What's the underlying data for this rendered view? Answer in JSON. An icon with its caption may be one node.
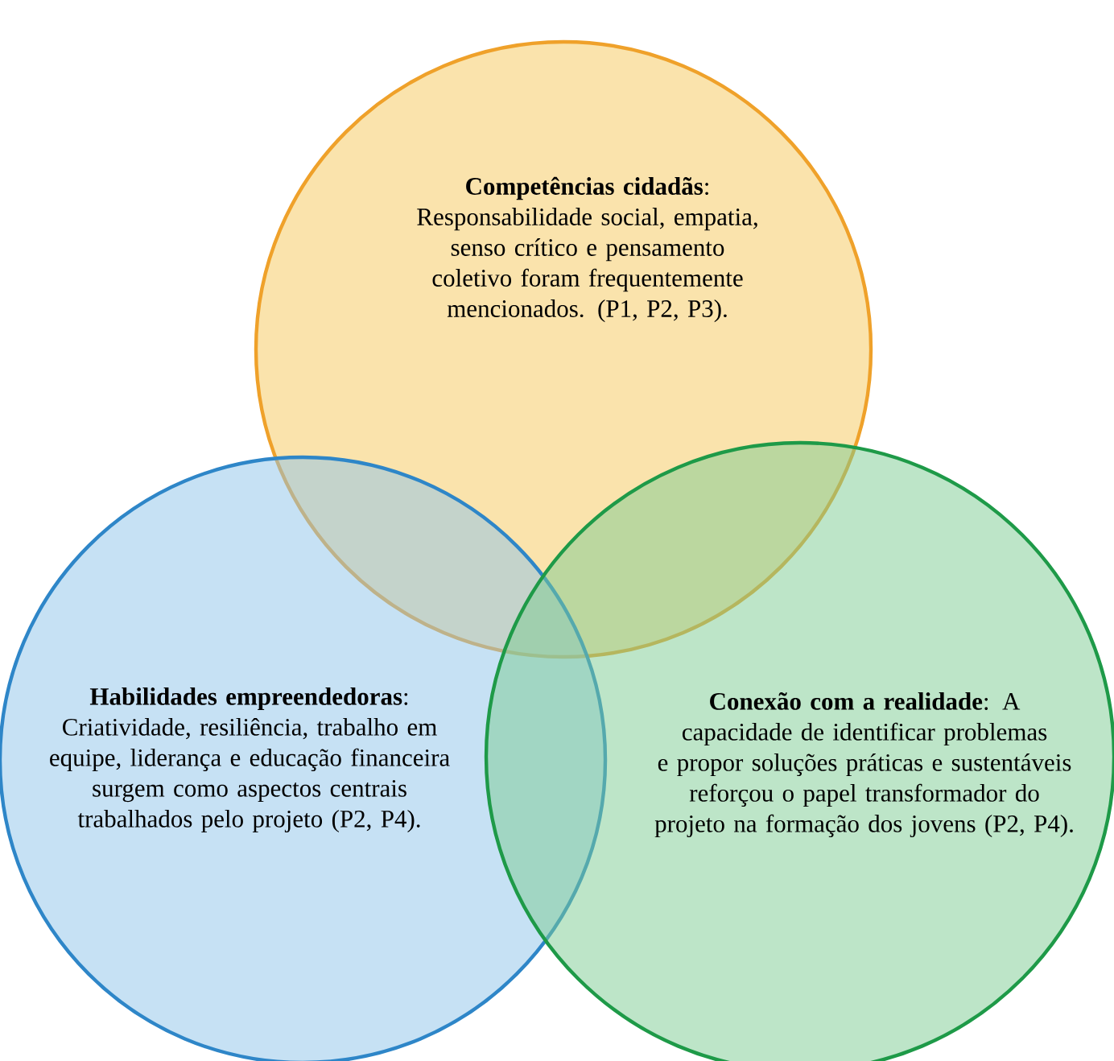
{
  "diagram": {
    "nodes": [
      {
        "text": [
          "**Competências cidadãs**: Responsabilidade social, empatia, senso crítico e pensamento coletivo foram frequentemente mencionados. (P1, P2, P3)."
        ]
      },
      {
        "text": [
          "**Habilidades empreendedoras**: Criatividade, resiliência, trabalho em equipe, liderança e educação financeira surgem como aspectos centrais trabalhados pelo projeto (P2, P4)."
        ]
      },
      {
        "text": [
          "**Conexão com a realidade**: A capacidade de identificar problemas e propor soluções práticas e sustentáveis reforçou o papel transformador do projeto na formação dos jovens (P2, P4)."
        ]
      }
    ]
  }
}
